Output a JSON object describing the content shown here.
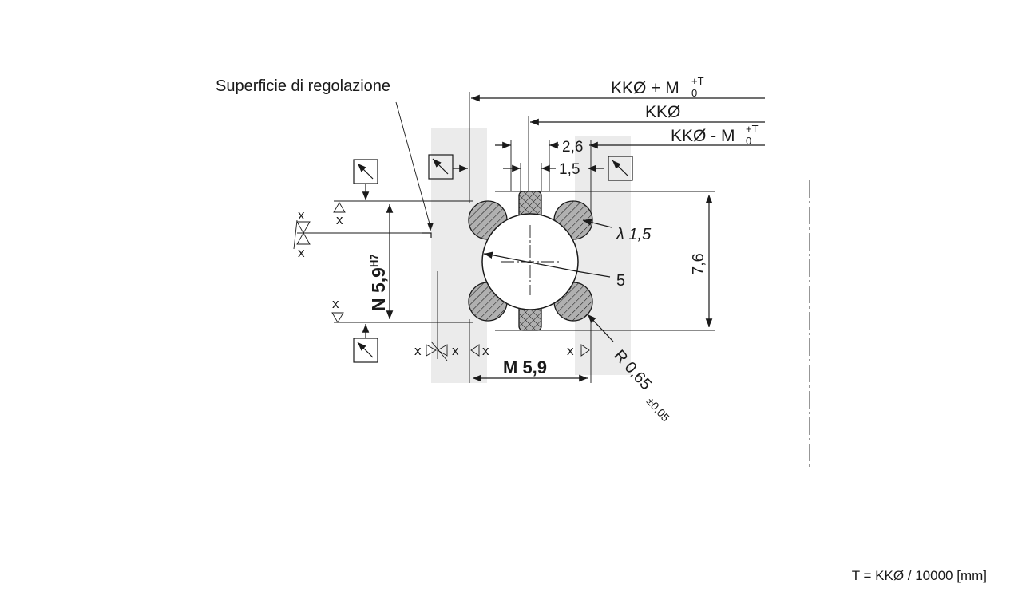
{
  "labels": {
    "surface": "Superficie di regolazione",
    "kk_plus": "KKØ + M",
    "kk": "KKØ",
    "kk_minus": "KKØ - M",
    "tol_upper": "+T",
    "tol_lower": "0",
    "dim_26": "2,6",
    "dim_15": "1,5",
    "lambda": "λ 1,5",
    "dim_5": "5",
    "dim_76": "7,6",
    "n_dim": "N 5,9",
    "n_tol": "H7",
    "m_dim": "M 5,9",
    "radius": "R 0,65",
    "radius_tol": "±0,05",
    "x": "x",
    "formula": "T = KKØ / 10000 [mm]"
  },
  "colors": {
    "line": "#1a1a1a",
    "hatch_fill": "#b0b0b0",
    "background": "#ffffff"
  },
  "icons": [
    "measurement-reference-icon"
  ]
}
